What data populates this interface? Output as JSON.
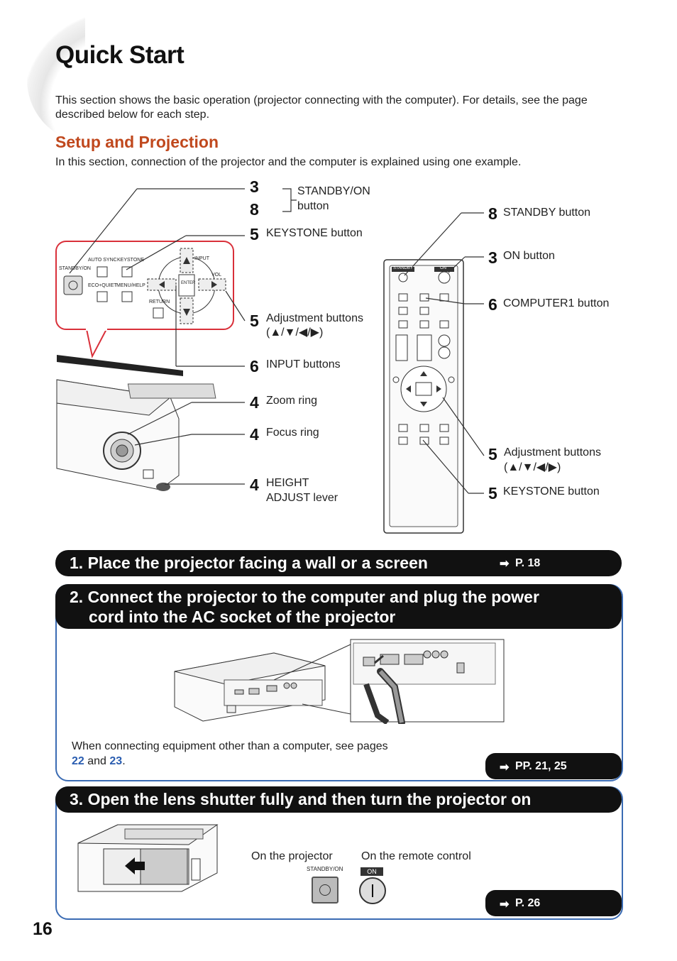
{
  "page": {
    "title": "Quick Start",
    "intro": "This section shows the basic operation (projector connecting with the computer). For details, see the page described below for each step.",
    "page_number": "16"
  },
  "setup": {
    "heading": "Setup and Projection",
    "subtitle": "In this section, connection of the projector and the computer is explained using one example."
  },
  "callouts_left": [
    {
      "num": "3",
      "label": ""
    },
    {
      "num": "8",
      "label": ""
    },
    {
      "num": "5",
      "label": "KEYSTONE button"
    },
    {
      "num": "5",
      "label": "Adjustment buttons"
    },
    {
      "num": "6",
      "label": "INPUT buttons"
    },
    {
      "num": "4",
      "label": "Zoom ring"
    },
    {
      "num": "4",
      "label": "Focus ring"
    },
    {
      "num": "4",
      "label": "HEIGHT"
    }
  ],
  "bracket_label_1": "STANDBY/ON",
  "bracket_label_2": "button",
  "arrows_label": "(▲/▼/◀/▶)",
  "height_label_2": "ADJUST lever",
  "callouts_right": [
    {
      "num": "8",
      "label": "STANDBY button"
    },
    {
      "num": "3",
      "label": "ON button"
    },
    {
      "num": "6",
      "label": "COMPUTER1 button"
    },
    {
      "num": "5",
      "label": "Adjustment buttons"
    },
    {
      "num": "5",
      "label": "KEYSTONE button"
    }
  ],
  "panel_labels": {
    "standby_on": "STANDBY/ON",
    "auto_sync": "AUTO SYNC",
    "keystone": "KEYSTONE",
    "eco_quiet": "ECO+QUIET",
    "menu_help": "MENU/HELP",
    "return": "RETURN",
    "enter": "ENTER",
    "input": "INPUT",
    "vol": "VOL"
  },
  "remote_labels": {
    "standby": "STANDBY",
    "on": "ON"
  },
  "steps": [
    {
      "label": "1. Place the projector facing a wall or a screen",
      "ref": "P. 18"
    },
    {
      "label_line1": "2. Connect the projector to the computer and plug the power",
      "label_line2": "cord into the AC socket of the projector",
      "ref": "PP. 21, 25",
      "note_line1": "When connecting equipment other than a computer, see pages",
      "note_p1": "22",
      "note_and": "and",
      "note_p2": "23",
      "note_end": "."
    },
    {
      "label": "3. Open the lens shutter fully and then turn the projector on",
      "ref": "P. 26",
      "on_projector": "On the projector",
      "on_remote": "On the remote control",
      "standby_on": "STANDBY/ON",
      "on": "ON"
    }
  ],
  "colors": {
    "heading_orange": "#c0481d",
    "frame_blue": "#3a6bb3",
    "callout_red": "#d9303a",
    "link_blue": "#2a5db0"
  }
}
